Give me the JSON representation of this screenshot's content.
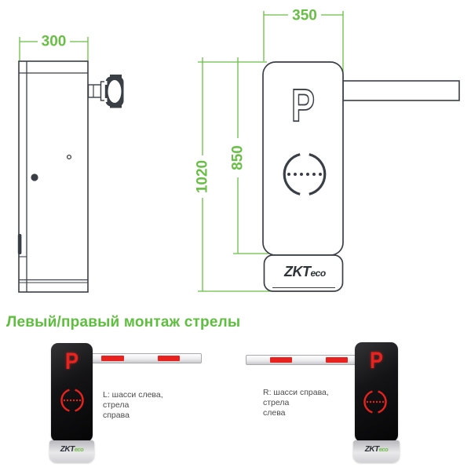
{
  "drawing": {
    "side_width": "300",
    "front_width": "350",
    "height_total": "1020",
    "height_boom_axis": "850",
    "parking_letter": "P",
    "logo_main": "ZKT",
    "logo_suffix": "eco"
  },
  "mounting": {
    "heading": "Левый/правый монтаж стрелы",
    "left": {
      "parking_letter": "P",
      "logo_main": "ZKT",
      "logo_suffix": "eco",
      "caption": "L: шасси слева, стрела\nсправа"
    },
    "right": {
      "parking_letter": "P",
      "logo_main": "ZKT",
      "logo_suffix": "eco",
      "caption": "R: шасси справа, стрела\nслева"
    }
  },
  "colors": {
    "dimension_green": "#69bf45",
    "heading_green": "#5ebe3d",
    "line_dark": "#3a3f46",
    "signal_red": "#e8231f",
    "caption_gray": "#4b4b4b"
  }
}
